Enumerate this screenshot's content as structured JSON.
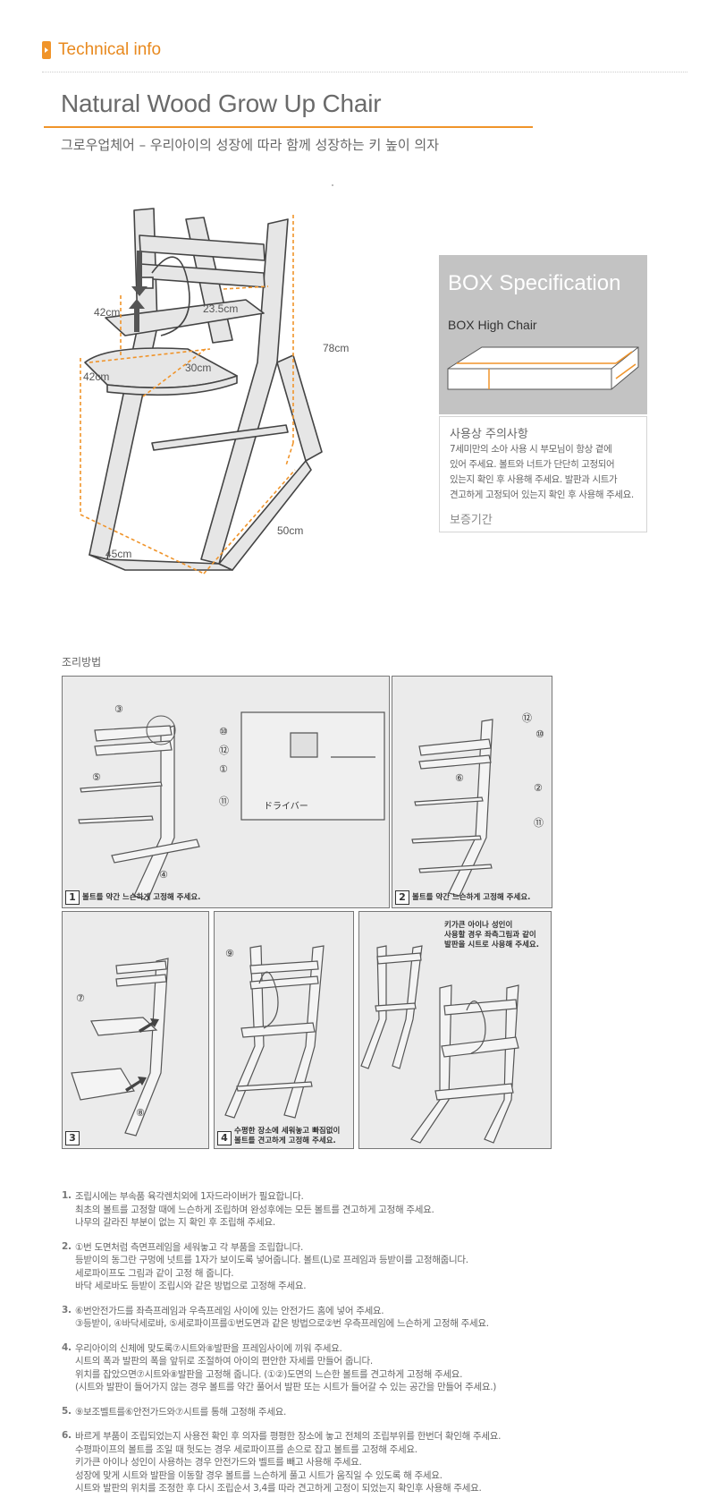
{
  "section": {
    "label": "Technical info"
  },
  "product": {
    "title": "Natural Wood Grow Up Chair",
    "subtitle": "그로우업체어 – 우리아이의 성장에 따라 함께 성장하는 키 높이 의자"
  },
  "dimensions": {
    "backrest_height": "42cm",
    "back_width": "23.5cm",
    "seat_height": "42cm",
    "seat_width": "30cm",
    "total_height": "78cm",
    "base_depth": "50cm",
    "base_width": "45cm"
  },
  "box_spec": {
    "title": "BOX Specification",
    "item": "BOX High Chair"
  },
  "caution": {
    "heading": "사용상 주의사항",
    "lines": [
      "7세미만의 소아 사용 시 부모님이 항상 곁에",
      "있어 주세요. 볼트와 너트가 단단히 고정되어",
      "있는지 확인 후 사용해 주세요. 발판과 시트가",
      "견고하게 고정되어 있는지 확인 후 사용해 주세요."
    ],
    "warranty": "보증기간"
  },
  "assembly": {
    "label": "조리방법",
    "panels": [
      {
        "step": "1",
        "caption": "볼트를 약간 느슨하게 고정해 주세요."
      },
      {
        "step": "2",
        "caption": "볼트를 약간 느슨하게 고정해 주세요."
      },
      {
        "step": "3",
        "caption": ""
      },
      {
        "step": "4",
        "caption_lines": [
          "수평한 장소에 세워놓고 빠짐없이",
          "볼트를 견고하게 고정해 주세요."
        ]
      },
      {
        "step": "",
        "caption_lines": [
          "키가큰 아이나 성인이",
          "사용할 경우 좌측그림과 같이",
          "발판을 시트로 사용해 주세요."
        ]
      }
    ],
    "inset_label": "ドライバー",
    "part_numbers": {
      "p1": [
        "③",
        "⑩",
        "⑫",
        "①",
        "⑤",
        "⑪",
        "④"
      ],
      "p2": [
        "⑫",
        "⑩",
        "⑥",
        "②",
        "⑪"
      ],
      "p3": [
        "⑦",
        "⑧"
      ],
      "p4": [
        "⑨"
      ]
    }
  },
  "instructions": [
    {
      "num": "1.",
      "lines": [
        "조립시에는 부속품 육각렌치외에 1자드라이버가 필요합니다.",
        "최초의 볼트를 고정할 때에 느슨하게 조립하며 완성후에는 모든 볼트를 견고하게 고정해 주세요.",
        "나무의 갈라진 부분이 없는 지 확인 후 조립해 주세요."
      ]
    },
    {
      "num": "2.",
      "lines": [
        "①번 도면처럼 측면프레임을 세워놓고 각 부품을 조립합니다.",
        "등받이의 동그란 구멍에 넛트를 1자가 보이도록 넣어줍니다. 볼트(L)로 프레임과 등받이를 고정해줍니다.",
        "세로파이프도 그림과 같이 고정 해 줍니다.",
        "바닥 세로바도 등받이 조립시와 같은 방법으로 고정해 주세요."
      ]
    },
    {
      "num": "3.",
      "lines": [
        "⑥번안전가드를 좌측프레임과 우측프레임 사이에 있는 안전가드 홈에 넣어 주세요.",
        "③등받이, ④바닥세로바, ⑤세로파이프를①번도면과 같은 방법으로②번 우측프레임에 느슨하게 고정해 주세요."
      ]
    },
    {
      "num": "4.",
      "lines": [
        "우리아이의 신체에 맞도록⑦시트와⑧발판을 프레임사이에 끼워 주세요.",
        "시트의 폭과 발판의 폭을 앞뒤로 조절하여 아이의 편안한 자세를 만들어 줍니다.",
        "위치를 잡았으면⑦시트와⑧발판을 고정해 줍니다. (①②)도면의 느슨한 볼트를 견고하게 고정해 주세요.",
        "(시트와 발판이 들어가지 않는 경우 볼트를 약간 풀어서 발판 또는 시트가 들어갈 수 있는 공간을 만들어 주세요.)"
      ]
    },
    {
      "num": "5.",
      "lines": [
        "⑨보조벨트를⑥안전가드와⑦시트를 통해 고정해 주세요."
      ]
    },
    {
      "num": "6.",
      "lines": [
        "바르게 부품이 조립되었는지 사용전 확인 후 의자를 평평한 장소에 놓고 전체의 조립부위를 한번더 확인해 주세요.",
        "수평파이프의 볼트를 조일 때 헛도는 경우 세로파이프를 손으로 잡고 볼트를 고정해 주세요.",
        "키가큰 아이나 성인이 사용하는 경우 안전가드와 벨트를 빼고 사용해 주세요.",
        "성장에 맞게 시트와 발판을 이동할 경우 볼트를 느슨하게 풀고 시트가 움직일 수 있도록 해 주세요.",
        "시트와 발판의 위치를 조정한 후 다시 조립순서 3,4를 따라 견고하게 고정이 되었는지 확인후 사용해 주세요."
      ]
    }
  ],
  "colors": {
    "accent": "#f0942a",
    "box_gray": "#c3c3c3"
  }
}
